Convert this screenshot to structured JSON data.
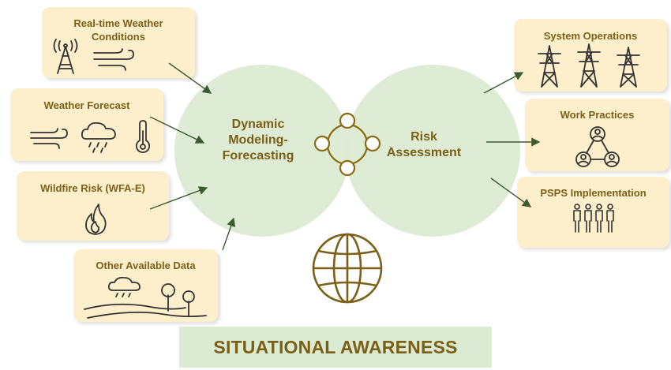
{
  "inputs": {
    "realtime": "Real-time Weather Conditions",
    "forecast": "Weather Forecast",
    "wildfire": "Wildfire Risk (WFA-E)",
    "other": "Other Available Data"
  },
  "center": {
    "modeling": "Dynamic Modeling-Forecasting",
    "risk": "Risk Assessment"
  },
  "outputs": {
    "system": "System Operations",
    "work": "Work Practices",
    "psps": "PSPS Implementation"
  },
  "banner": "SITUATIONAL AWARENESS",
  "colors": {
    "box": "#fdefcc",
    "circle": "#dcebd3",
    "text": "#7a6017",
    "icon": "#333333",
    "arrow": "#3d5a33"
  }
}
